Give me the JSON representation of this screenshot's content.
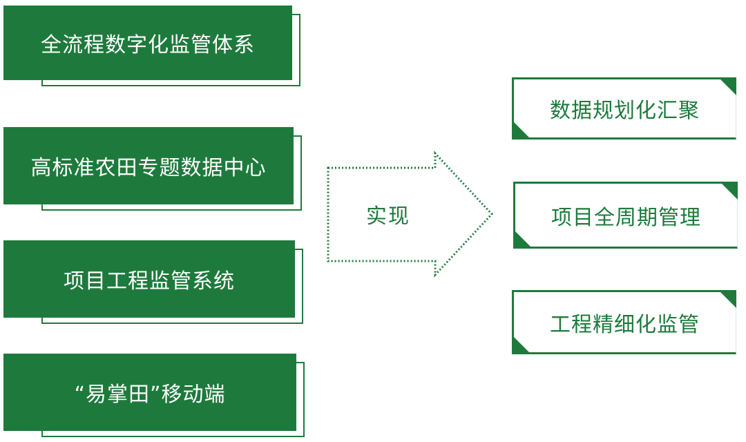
{
  "left_boxes": [
    {
      "label": "全流程数字化监管体系"
    },
    {
      "label": "高标准农田专题数据中心"
    },
    {
      "label": "项目工程监管系统"
    },
    {
      "label": "“易掌田”移动端"
    }
  ],
  "arrow": {
    "label": "实现"
  },
  "right_boxes": [
    {
      "label": "数据规划化汇聚"
    },
    {
      "label": "项目全周期管理"
    },
    {
      "label": "工程精细化监管"
    }
  ],
  "colors": {
    "accent": "#1e7a3c",
    "text_on_accent": "#ffffff",
    "background": "#ffffff"
  }
}
